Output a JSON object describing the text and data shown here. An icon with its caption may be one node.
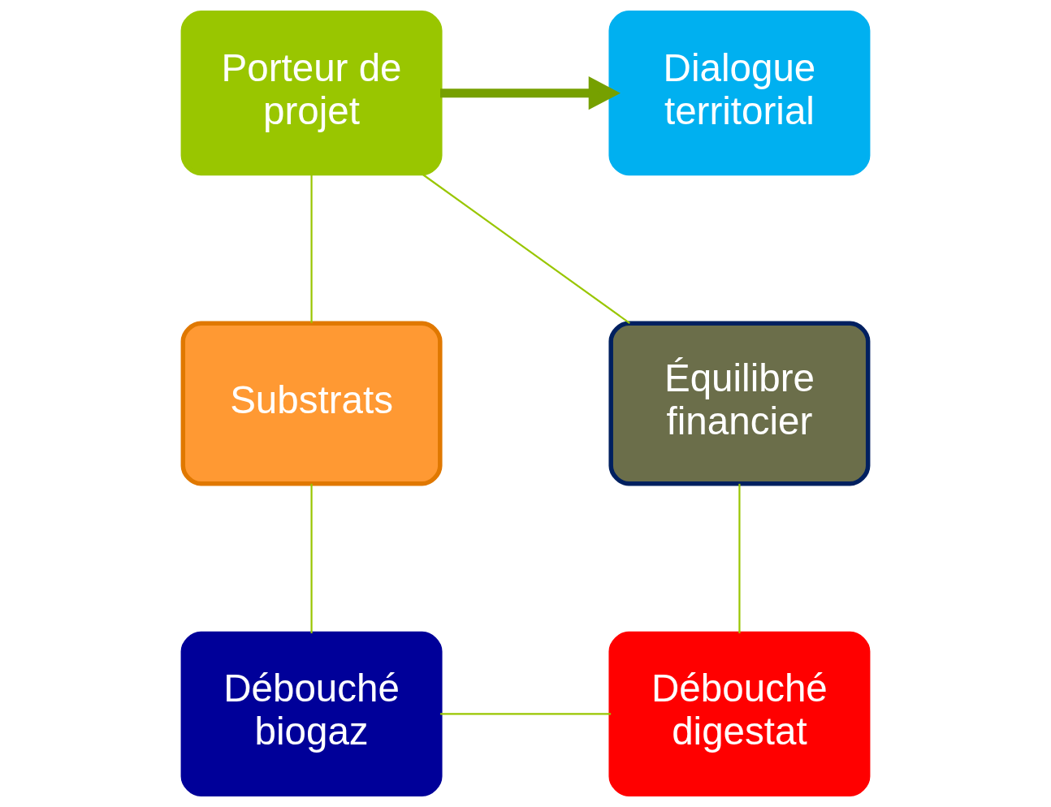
{
  "diagram": {
    "nodes": [
      {
        "text": [
          "Porteur de projet"
        ]
      },
      {
        "text": [
          "Dialogue territorial"
        ]
      },
      {
        "text": [
          "Substrats"
        ]
      },
      {
        "text": [
          "Débouché biogaz"
        ]
      },
      {
        "text": [
          "Débouché digestat"
        ]
      },
      {
        "text": [
          "Équilibre financier"
        ]
      }
    ],
    "edges": [
      {
        "from": 0,
        "to": 1,
        "arrow": "to",
        "style": "thick",
        "color": "#76a000"
      },
      {
        "from": 0,
        "to": 2,
        "arrow": "none"
      },
      {
        "from": 2,
        "to": 3,
        "arrow": "none"
      },
      {
        "from": 3,
        "to": 4,
        "arrow": "none"
      },
      {
        "from": 4,
        "to": 5,
        "arrow": "none"
      },
      {
        "from": 5,
        "to": 0,
        "arrow": "none"
      }
    ]
  }
}
